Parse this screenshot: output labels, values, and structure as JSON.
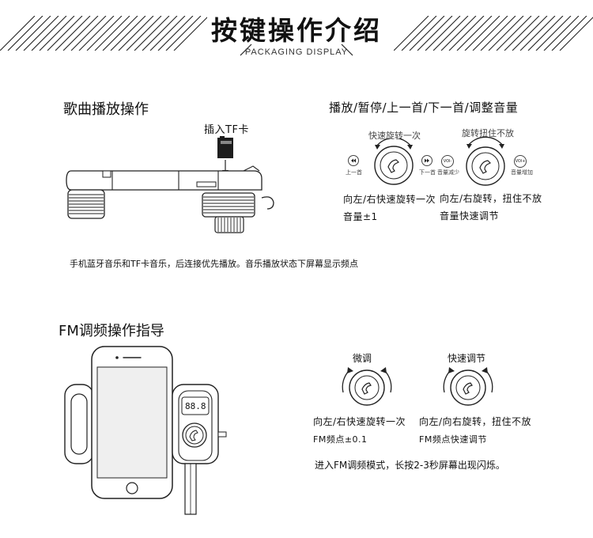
{
  "header": {
    "title": "按键操作介绍",
    "subtitle": "PACKAGING DISPLAY"
  },
  "music_section": {
    "title": "歌曲播放操作",
    "tf_label": "插入TF卡",
    "note": "手机蓝牙音乐和TF卡音乐，后连接优先播放。音乐播放状态下屏幕显示频点"
  },
  "play_section": {
    "title": "播放/暂停/上一首/下一首/调整音量",
    "left_knob": {
      "caption": "快速旋转一次",
      "left_label": "上一首",
      "right_label": "下一首",
      "desc_line1": "向左/右快速旋转一次",
      "desc_line2": "音量±1"
    },
    "right_knob": {
      "caption": "旋转扭住不放",
      "left_label": "音量减少",
      "right_label": "音量增加",
      "left_badge": "VOl-",
      "right_badge": "VOl+",
      "desc_line1": "向左/右旋转，扭住不放",
      "desc_line2": "音量快速调节"
    }
  },
  "fm_section": {
    "title": "FM调频操作指导",
    "display": "88.8",
    "left_knob": {
      "caption": "微调",
      "desc_line1": "向左/右快速旋转一次",
      "desc_line2": "FM频点±0.1"
    },
    "right_knob": {
      "caption": "快速调节",
      "desc_line1": "向左/向右旋转，扭住不放",
      "desc_line2": "FM频点快速调节"
    },
    "note": "进入FM调频模式，长按2-3秒屏幕出现闪烁。"
  }
}
